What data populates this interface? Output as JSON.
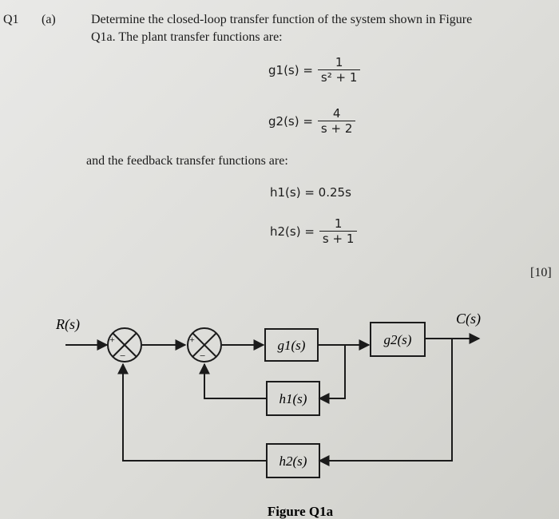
{
  "question": {
    "number": "Q1",
    "part": "(a)",
    "intro_line1": "Determine the closed-loop transfer function of the system shown in Figure",
    "intro_line2": "Q1a. The plant transfer functions are:",
    "marks": "[10]"
  },
  "plant": {
    "g1": {
      "lhs": "g1(s) =",
      "num": "1",
      "den": "s² + 1"
    },
    "g2": {
      "lhs": "g2(s) =",
      "num": "4",
      "den": "s + 2"
    }
  },
  "feedback_intro": "and the feedback transfer functions are:",
  "feedback": {
    "h1": {
      "expr": "h1(s) = 0.25s"
    },
    "h2": {
      "lhs": "h2(s) =",
      "num": "1",
      "den": "s + 1"
    }
  },
  "diagram": {
    "input_label": "R(s)",
    "output_label": "C(s)",
    "block_g1": "g1(s)",
    "block_g2": "g2(s)",
    "block_h1": "h1(s)",
    "block_h2": "h2(s)",
    "sum1_plus": "+",
    "sum1_minus": "−",
    "sum2_plus": "+",
    "sum2_minus": "−",
    "caption": "Figure Q1a"
  }
}
